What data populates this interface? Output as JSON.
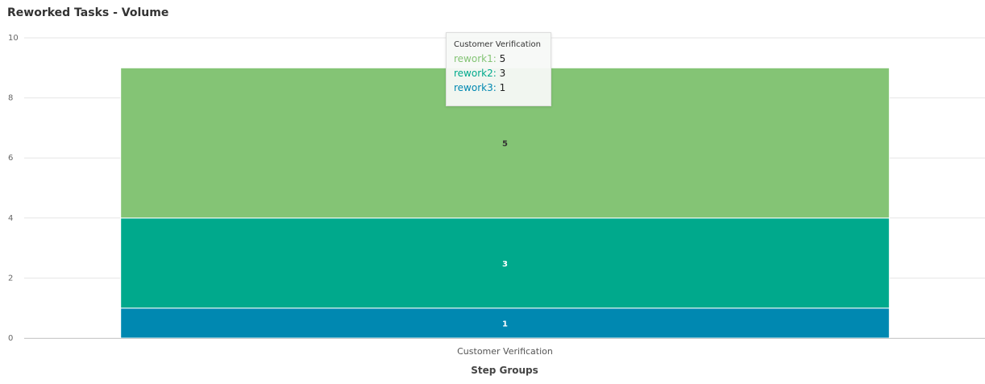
{
  "chart_data": {
    "type": "bar",
    "stacked": true,
    "title": "Reworked Tasks - Volume",
    "xlabel": "Step Groups",
    "ylabel": "",
    "ylim": [
      0,
      10
    ],
    "yticks": [
      "0",
      "2",
      "4",
      "6",
      "8",
      "10"
    ],
    "categories": [
      "Customer Verification"
    ],
    "series": [
      {
        "name": "rework3",
        "values": [
          1
        ],
        "color": "#0088b1"
      },
      {
        "name": "rework2",
        "values": [
          3
        ],
        "color": "#00a98c"
      },
      {
        "name": "rework1",
        "values": [
          5
        ],
        "color": "#84c475"
      }
    ],
    "data_label_colors": {
      "rework3": "#ffffff",
      "rework2": "#ffffff",
      "rework1": "#333333"
    },
    "grid": true,
    "legend": "none"
  },
  "tooltip": {
    "header": "Customer Verification",
    "rows": [
      {
        "name": "rework1",
        "sep": ":",
        "value": "5",
        "color": "#84c475"
      },
      {
        "name": "rework2",
        "sep": ":",
        "value": "3",
        "color": "#00a98c"
      },
      {
        "name": "rework3",
        "sep": ":",
        "value": "1",
        "color": "#0088b1"
      }
    ]
  }
}
